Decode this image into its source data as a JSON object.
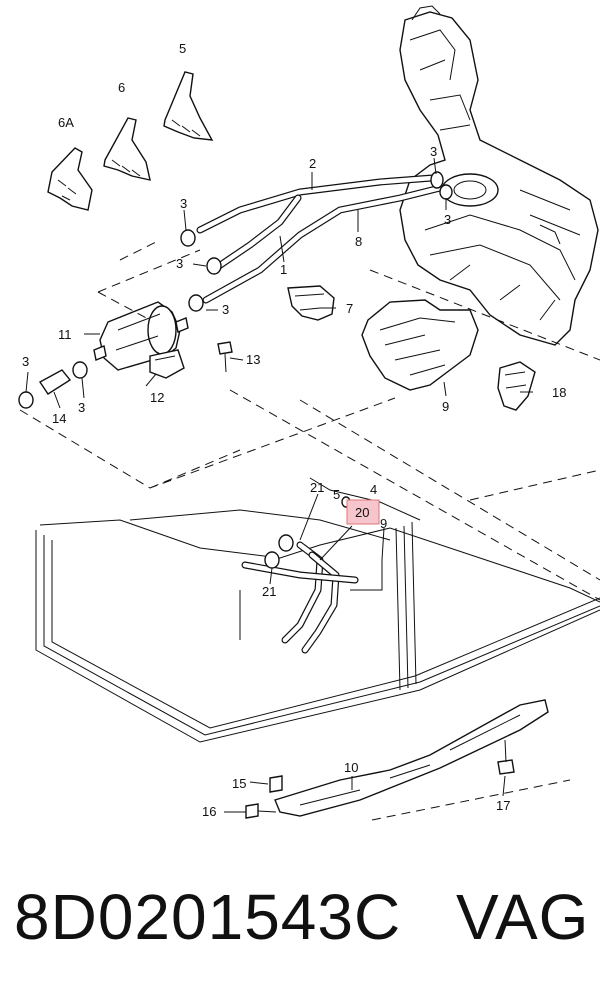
{
  "callouts": {
    "c1": "1",
    "c2": "2",
    "c3a": "3",
    "c3b": "3",
    "c3c": "3",
    "c3d": "3",
    "c3e": "3",
    "c3f": "3",
    "c3g": "3",
    "c4": "4",
    "c5a": "5",
    "c5b": "5",
    "c6": "6",
    "c6a": "6A",
    "c7": "7",
    "c8": "8",
    "c9a": "9",
    "c9b": "9",
    "c10": "10",
    "c11": "11",
    "c12": "12",
    "c13": "13",
    "c14": "14",
    "c15": "15",
    "c16": "16",
    "c17": "17",
    "c18": "18",
    "c20": "20",
    "c21a": "21",
    "c21b": "21"
  },
  "highlight_color": "#f6c6cc",
  "footer": {
    "part_number": "8D0201543C",
    "brand": "VAG"
  }
}
